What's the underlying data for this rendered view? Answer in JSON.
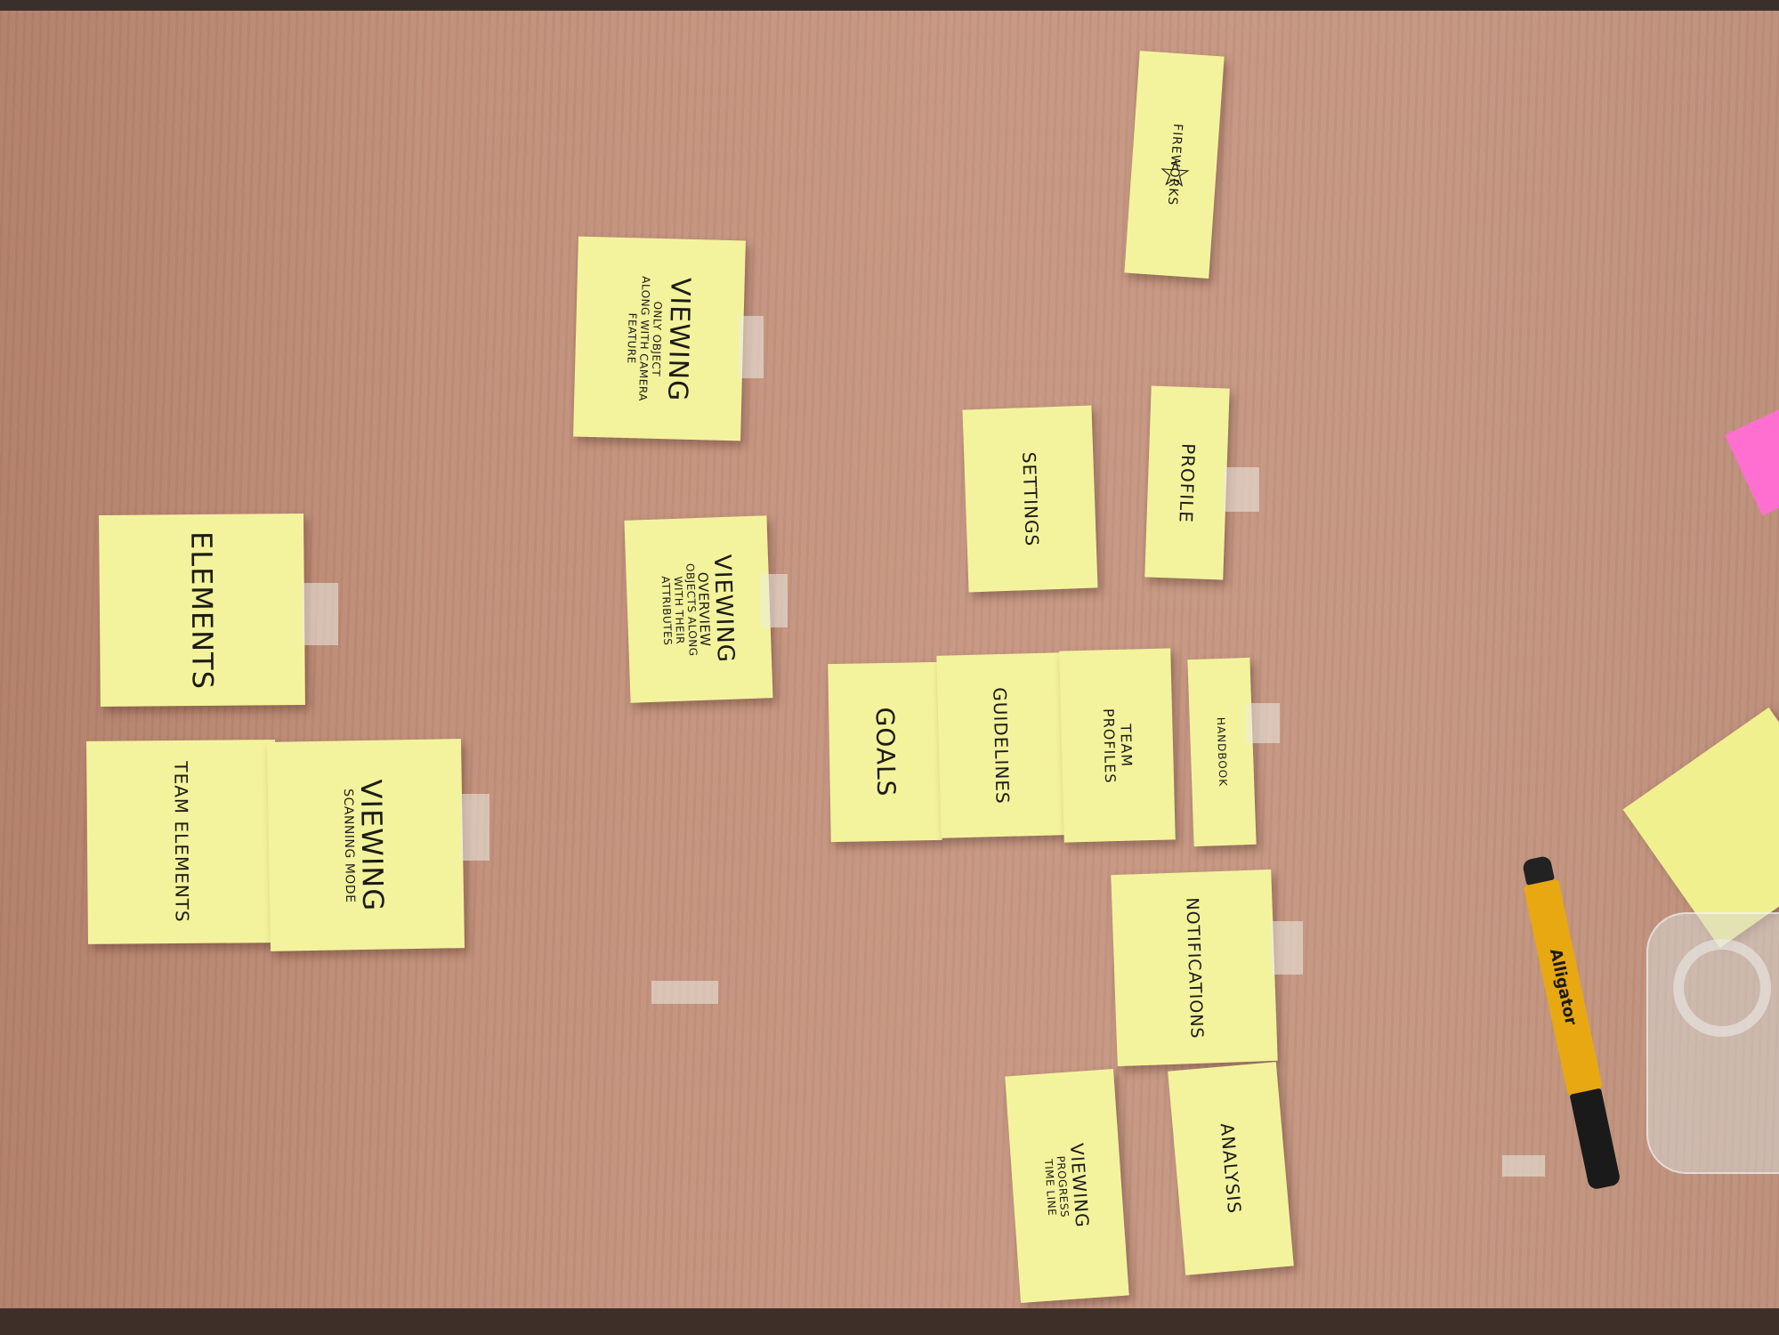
{
  "notes": {
    "fireworks": "FIREWORKS",
    "viewing_object": {
      "title": "VIEWING",
      "sub1": "ONLY OBJECT",
      "sub2": "ALONG WITH CAMERA",
      "sub3": "FEATURE"
    },
    "viewing_overview": {
      "title": "VIEWING",
      "sub1": "OVERVIEW",
      "sub2": "OBJECTS ALONG",
      "sub3": "WITH THEIR",
      "sub4": "ATTRIBUTES"
    },
    "elements": "ELEMENTS",
    "team_elements": "TEAM ELEMENTS",
    "viewing_scanning": {
      "title": "VIEWING",
      "sub": "SCANNING MODE"
    },
    "settings": "SETTINGS",
    "profile": "PROFILE",
    "goals": "GOALS",
    "guidelines": "GUIDELINES",
    "team_profiles": {
      "line1": "TEAM",
      "line2": "PROFILES"
    },
    "handbook": "HANDBOOK",
    "notifications": "NOTIFICATIONS",
    "viewing_progress": {
      "title": "VIEWING",
      "sub1": "PROGRESS",
      "sub2": "TIME LINE"
    },
    "analysis": "ANALYSIS"
  },
  "marker_brand": "Alligator",
  "colors": {
    "sticky_yellow": "#f4f39d",
    "sticky_pink": "#ff6fd0",
    "table": "#c69782"
  }
}
